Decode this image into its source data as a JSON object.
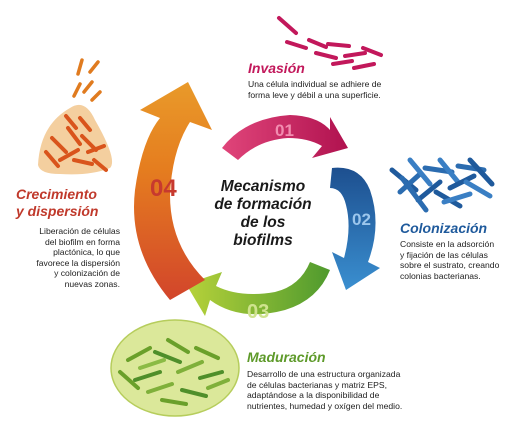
{
  "center_title": [
    "Mecanismo",
    "de formación",
    "de los",
    "biofilms"
  ],
  "colors": {
    "invasion": "#c2185b",
    "colonizacion": "#1f5a9c",
    "maduracion": "#6aa02a",
    "crecimiento": "#c0392b",
    "arrow_orange": "#e07b1f",
    "blob_peach": "#f4cf9f",
    "blob_green": "#dbe89a"
  },
  "steps": [
    {
      "number": "01",
      "title": "Invasión",
      "description": [
        "Una célula individual se adhiere de",
        "forma leve y débil a una superficie."
      ]
    },
    {
      "number": "02",
      "title": "Colonización",
      "description": [
        "Consiste en la adsorción",
        "y fijación de las células",
        "sobre el sustrato, creando",
        "colonias bacterianas."
      ]
    },
    {
      "number": "03",
      "title": "Maduración",
      "description": [
        "Desarrollo de una estructura organizada",
        "de células bacterianas y matriz EPS,",
        "adaptándose a la disponibilidad de",
        "nutrientes, humedad y oxígen del medio."
      ]
    },
    {
      "number": "04",
      "title": [
        "Crecimiento",
        "y dispersión"
      ],
      "description": [
        "Liberación de células",
        "del biofilm en forma",
        "plactónica, lo que",
        "favorece la dispersión",
        "y colonización de",
        "nuevas zonas."
      ]
    }
  ],
  "icons": [
    "scattered-bacteria-icon",
    "bacteria-cluster-icon",
    "biofilm-blob-icon",
    "dispersing-bacteria-icon"
  ]
}
